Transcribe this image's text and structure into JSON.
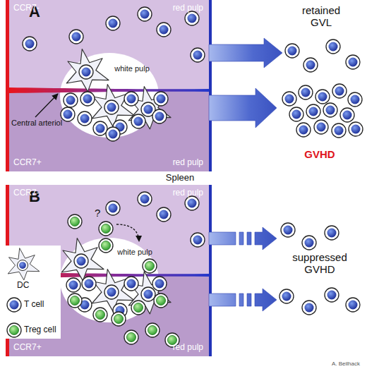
{
  "diagram": {
    "nodes": [
      {
        "text": [
          "A"
        ]
      },
      {
        "text": [
          "CCR7-",
          "red pulp"
        ],
        "in": 0
      },
      {
        "text": [
          "CCR7+",
          "red pulp"
        ],
        "in": 0
      },
      {
        "text": [
          "white pulp"
        ],
        "in": 0
      },
      {
        "text": [
          "retained GVL"
        ]
      },
      {
        "text": [
          "GVHD"
        ]
      },
      {
        "text": [
          "B"
        ]
      },
      {
        "text": [
          "CCR7-",
          "red pulp"
        ],
        "in": 6
      },
      {
        "text": [
          "CCR7+",
          "red pulp"
        ],
        "in": 6
      },
      {
        "text": [
          "white pulp"
        ],
        "in": 6
      },
      {
        "text": [
          "suppressed GVHD"
        ]
      }
    ],
    "edges": [
      {
        "from": 1,
        "to": 4,
        "arrow": "to"
      },
      {
        "from": 2,
        "to": 5,
        "arrow": "to"
      },
      {
        "from": 7,
        "to": 10,
        "arrow": "to"
      },
      {
        "from": 8,
        "to": 10,
        "arrow": "to"
      }
    ],
    "labels": [
      "Central arteriol",
      "Spleen",
      "?",
      "A. Beilhack"
    ],
    "legend": [
      {
        "text": "DC"
      },
      {
        "text": "T cell"
      },
      {
        "text": "Treg cell"
      }
    ]
  }
}
